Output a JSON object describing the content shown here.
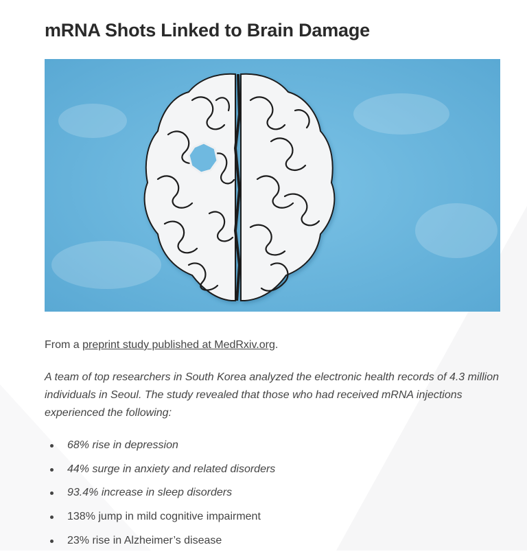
{
  "article": {
    "title": "mRNA Shots Linked to Brain Damage",
    "image": {
      "subject": "paper-brain-illustration",
      "background_color": "#6bb6dc"
    },
    "source": {
      "prefix": "From a ",
      "link_text": "preprint study published at MedRxiv.org",
      "suffix": "."
    },
    "summary": "A team of top researchers in South Korea analyzed the electronic health records of 4.3 million individuals in Seoul. The study revealed that those who had received mRNA injections experienced the following:",
    "findings": [
      {
        "text": "68% rise in depression",
        "italic": true
      },
      {
        "text": "44% surge in anxiety and related disorders",
        "italic": true
      },
      {
        "text": "93.4% increase in sleep disorders",
        "italic": true
      },
      {
        "text": "138% jump in mild cognitive impairment",
        "italic": false
      },
      {
        "text": "23% rise in Alzheimer’s disease",
        "italic": false
      }
    ]
  }
}
